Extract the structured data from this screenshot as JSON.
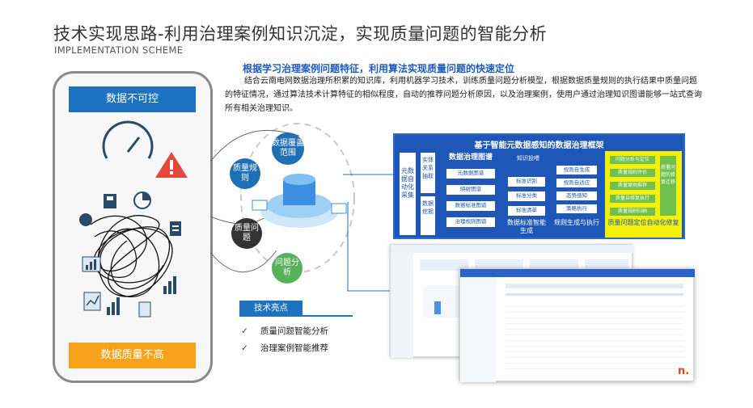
{
  "header": {
    "title": "技术实现思路-利用治理案例知识沉淀，实现质量问题的智能分析",
    "subtitle": "IMPLEMENTATION SCHEME"
  },
  "intro": {
    "headline": "根据学习治理案例问题特征，利用算法实现质量问题的快速定位",
    "description": "结合云南电网数据治理所积累的知识库，利用机器学习技术，训练质量问题分析模型，根据数据质量规则的执行结果中质量问题的特征情况，通过算法技术计算特征的相似程度，自动的推荐问题分析原因，以及治理案例，使用户通过治理知识图谱能够一站式查询所有相关治理知识。"
  },
  "left_panel": {
    "top_banner": "数据不可控",
    "bottom_banner": "数据质量不高",
    "icons": [
      "speedometer-icon",
      "warning-icon",
      "save-icon",
      "pie-chart-icon",
      "document-icon",
      "bar-chart-icon",
      "line-chart-icon",
      "user-icon"
    ]
  },
  "center": {
    "bubbles": [
      "数据覆盖范围",
      "质量规则",
      "质量问题",
      "问题分析"
    ],
    "highlight_title": "技术亮点",
    "highlights": [
      "质量问题智能分析",
      "治理案例智能推荐"
    ],
    "colors": {
      "primary": "#1d73bf",
      "dark": "#333333",
      "green": "#57b05a",
      "orange": "#f7a21b"
    }
  },
  "framework": {
    "title": "基于智能元数据感知的数据治理框架",
    "col1": "元数据自动化采集",
    "col2_items": [
      "实体关系抽取",
      "数据挖掘"
    ],
    "graph_title": "数据治理图谱",
    "graph_items": [
      "元数据图谱",
      "映射图谱",
      "数据标准图谱",
      "治理规则图谱"
    ],
    "knowledge_label": "知识投喂",
    "standard_items": [
      "标准识别",
      "标准分类",
      "标准清单"
    ],
    "standard_label": "数据标准智能生成",
    "rule_items": [
      "规则自生成",
      "规则自适应",
      "态势感知",
      "策略执行"
    ],
    "rule_label": "规则生成与执行",
    "quality_items": [
      "问题分析与定位",
      "质量规则评价",
      "质量案例推荐",
      "质量自修复执行",
      "质量规则归纳"
    ],
    "quality_side": "质量问题的修复迁移",
    "quality_label": "质量问题定位自动化修复"
  },
  "screenshot_text": {
    "brand_tail": "n."
  }
}
